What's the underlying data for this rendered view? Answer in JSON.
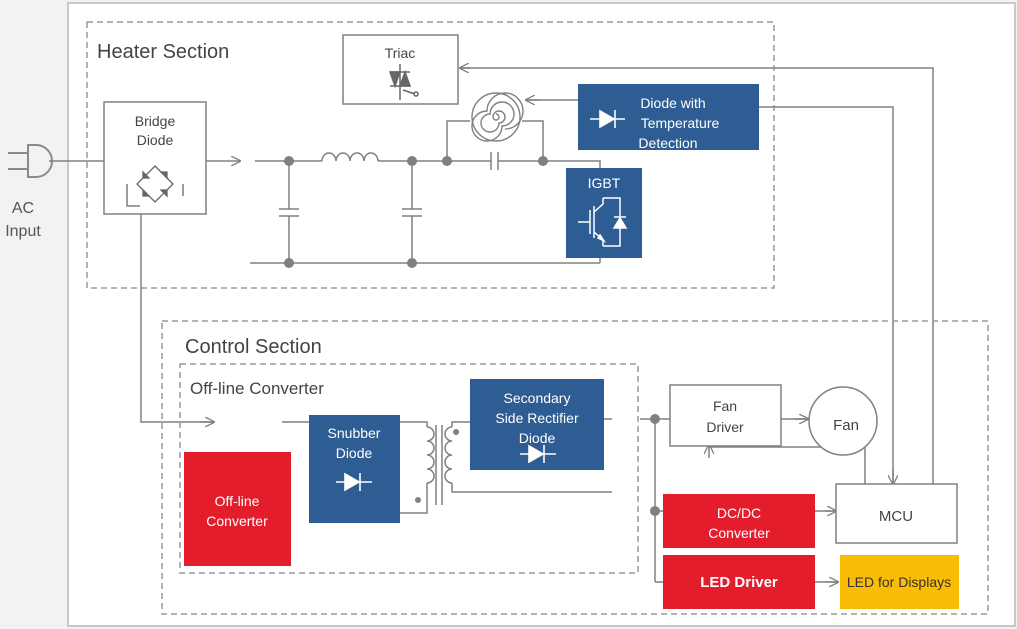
{
  "ac_input": {
    "line1": "AC",
    "line2": "Input"
  },
  "heater": {
    "title": "Heater Section",
    "triac": "Triac",
    "bridge_diode": {
      "line1": "Bridge",
      "line2": "Diode"
    },
    "diode_temp": {
      "line1": "Diode with",
      "line2": "Temperature",
      "line3": "Detection"
    },
    "igbt": "IGBT"
  },
  "control": {
    "title": "Control Section",
    "offline_group_title": "Off-line Converter",
    "offline_converter": {
      "line1": "Off-line",
      "line2": "Converter"
    },
    "snubber": {
      "line1": "Snubber",
      "line2": "Diode"
    },
    "secondary_rectifier": {
      "line1": "Secondary",
      "line2": "Side Rectifier",
      "line3": "Diode"
    },
    "fan_driver": {
      "line1": "Fan",
      "line2": "Driver"
    },
    "fan": "Fan",
    "dcdc": {
      "line1": "DC/DC",
      "line2": "Converter"
    },
    "mcu": "MCU",
    "led_driver": "LED Driver",
    "led_displays": "LED for Displays"
  },
  "colors": {
    "blue": "#2e5d94",
    "red": "#e41d2d",
    "yellow": "#fbbc05",
    "line": "#808080",
    "dash": "#9a9a9a"
  }
}
